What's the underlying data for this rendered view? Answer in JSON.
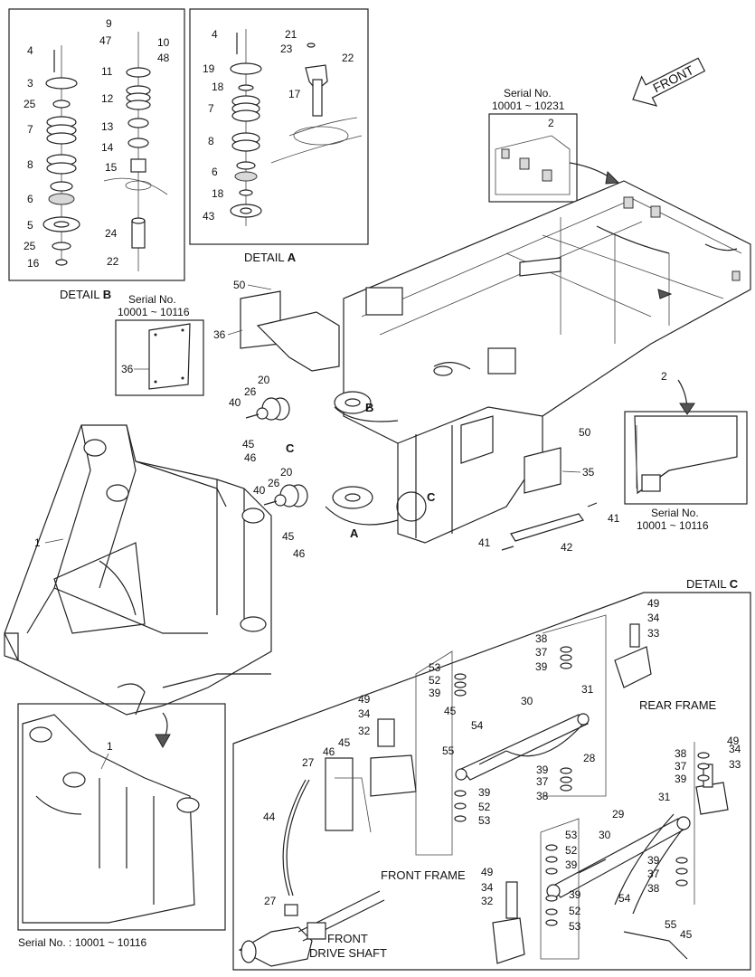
{
  "detail_a": {
    "title_text": "DETAIL ",
    "title_letter": "A",
    "callouts": [
      "4",
      "19",
      "18",
      "7",
      "8",
      "6",
      "18",
      "43",
      "21",
      "23",
      "22",
      "17"
    ]
  },
  "detail_b": {
    "title_text": "DETAIL ",
    "title_letter": "B",
    "callouts": [
      "9",
      "47",
      "10",
      "48",
      "4",
      "11",
      "3",
      "12",
      "25",
      "7",
      "13",
      "14",
      "8",
      "15",
      "6",
      "5",
      "24",
      "25",
      "16",
      "22"
    ]
  },
  "detail_c": {
    "title_text": "DETAIL ",
    "title_letter": "C",
    "rear_frame": "REAR FRAME",
    "front_frame": "FRONT FRAME",
    "front_drive_shaft_1": "FRONT",
    "front_drive_shaft_2": "DRIVE SHAFT",
    "callouts": [
      "49",
      "34",
      "33",
      "38",
      "37",
      "39",
      "53",
      "52",
      "39",
      "30",
      "31",
      "49",
      "34",
      "32",
      "45",
      "54",
      "55",
      "28",
      "39",
      "37",
      "38",
      "39",
      "52",
      "53",
      "45",
      "46",
      "27",
      "44",
      "38",
      "37",
      "39",
      "49",
      "34",
      "33",
      "31",
      "29",
      "30",
      "53",
      "52",
      "39",
      "39",
      "37",
      "38",
      "49",
      "34",
      "32",
      "39",
      "52",
      "53",
      "54",
      "55",
      "45",
      "27"
    ]
  },
  "inset_36": {
    "serial_label": "Serial No.",
    "serial_range": "10001 ~ 10116",
    "part": "36"
  },
  "inset_2_top": {
    "serial_label": "Serial No.",
    "serial_range": "10001 ~ 10231",
    "part": "2"
  },
  "inset_35": {
    "serial_label": "Serial No.",
    "serial_range": "10001 ~ 10116"
  },
  "inset_1": {
    "serial_text": "Serial No. : 10001 ~ 10116",
    "part": "1"
  },
  "front_arrow": "FRONT",
  "main_callouts": [
    "50",
    "36",
    "20",
    "26",
    "40",
    "B",
    "45",
    "46",
    "C",
    "20",
    "26",
    "40",
    "A",
    "C",
    "2",
    "50",
    "35",
    "41",
    "42",
    "41",
    "1",
    "45",
    "46"
  ]
}
